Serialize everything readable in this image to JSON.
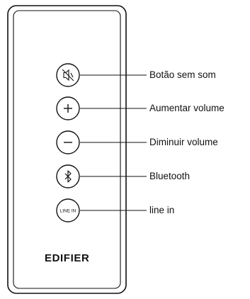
{
  "remote": {
    "brand": "EDIFIER",
    "buttons": [
      {
        "id": "mute",
        "icon": "mute-icon",
        "label": "Botão sem som"
      },
      {
        "id": "volume-up",
        "icon": "plus-icon",
        "label": "Aumentar volume"
      },
      {
        "id": "volume-down",
        "icon": "minus-icon",
        "label": "Diminuir volume"
      },
      {
        "id": "bluetooth",
        "icon": "bluetooth-icon",
        "label": "Bluetooth"
      },
      {
        "id": "line-in",
        "icon": "line-in-icon",
        "text": "LINE IN",
        "label": "line in"
      }
    ]
  }
}
